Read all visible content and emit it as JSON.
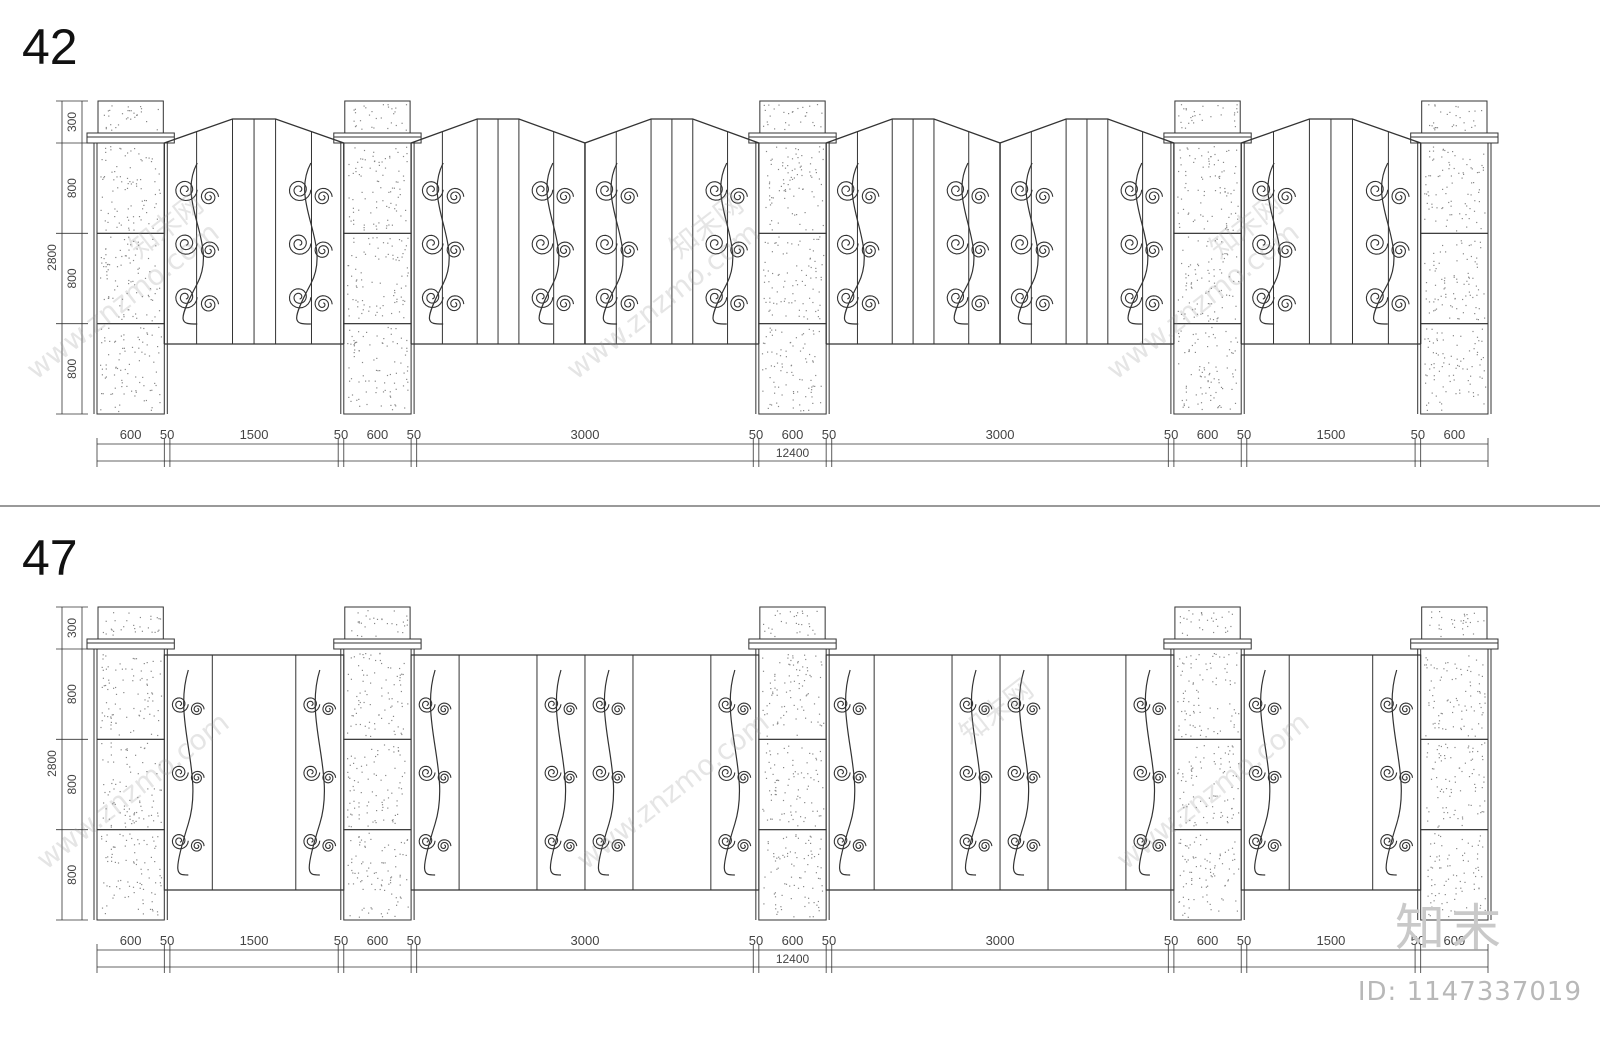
{
  "panels": [
    {
      "id": "42",
      "style": "arched"
    },
    {
      "id": "47",
      "style": "flat"
    }
  ],
  "dims": {
    "heights": [
      "300",
      "800",
      "800",
      "800"
    ],
    "total_height": "2800",
    "segments": [
      "600",
      "50",
      "1500",
      "50",
      "600",
      "50",
      "3000",
      "50",
      "600",
      "50",
      "3000",
      "50",
      "600",
      "50",
      "1500",
      "50",
      "600"
    ],
    "total_width": "12400"
  },
  "watermark": {
    "url": "www.znzmo.com",
    "brand_cn": "知末网"
  },
  "logo_cn": "知末",
  "image_id": "ID: 1147337019",
  "colors": {
    "line": "#333333",
    "speckle": "#888888",
    "watermark": "#9a9a9a"
  }
}
